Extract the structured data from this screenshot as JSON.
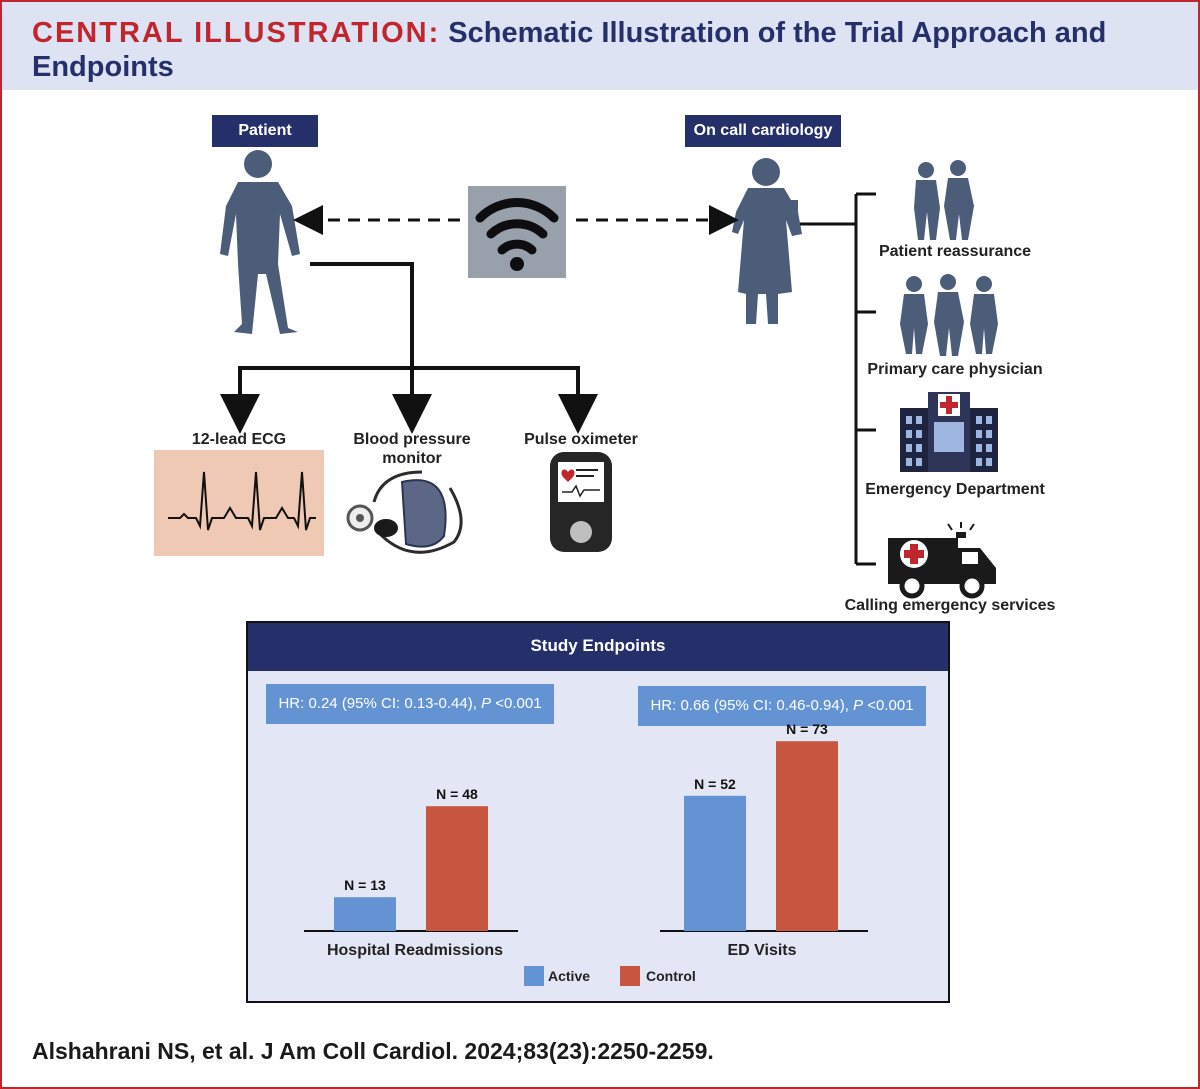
{
  "header": {
    "title_prefix": "CENTRAL ILLUSTRATION:",
    "title_rest": "Schematic Illustration of the Trial Approach and Endpoints"
  },
  "patient_label": "Patient",
  "cardiology_label": "On call cardiology",
  "devices": {
    "ecg": "12-lead ECG",
    "bp_line1": "Blood pressure",
    "bp_line2": "monitor",
    "pulse": "Pulse oximeter"
  },
  "outcomes": {
    "reassurance": "Patient reassurance",
    "primary_care": "Primary care physician",
    "ed": "Emergency Department",
    "ems": "Calling emergency services"
  },
  "endpoints": {
    "title": "Study Endpoints",
    "hr_readmissions": "HR: 0.24 (95% CI: 0.13-0.44),",
    "hr_ed": "HR: 0.66 (95% CI: 0.46-0.94),",
    "p_symbol": "P",
    "p_value": " <0.001"
  },
  "chart_data": {
    "type": "bar",
    "categories": [
      "Hospital Readmissions",
      "ED Visits"
    ],
    "series": [
      {
        "name": "Active",
        "values": [
          13,
          52
        ],
        "labels": [
          "N = 13",
          "N = 52"
        ]
      },
      {
        "name": "Control",
        "values": [
          48,
          73
        ],
        "labels": [
          "N = 48",
          "N = 73"
        ]
      }
    ],
    "colors": {
      "Active": "#6393d2",
      "Control": "#c8553f"
    },
    "ylim": [
      0,
      80
    ],
    "legend": "bottom"
  },
  "citation": "Alshahrani NS, et al. J Am Coll Cardiol. 2024;83(23):2250-2259."
}
